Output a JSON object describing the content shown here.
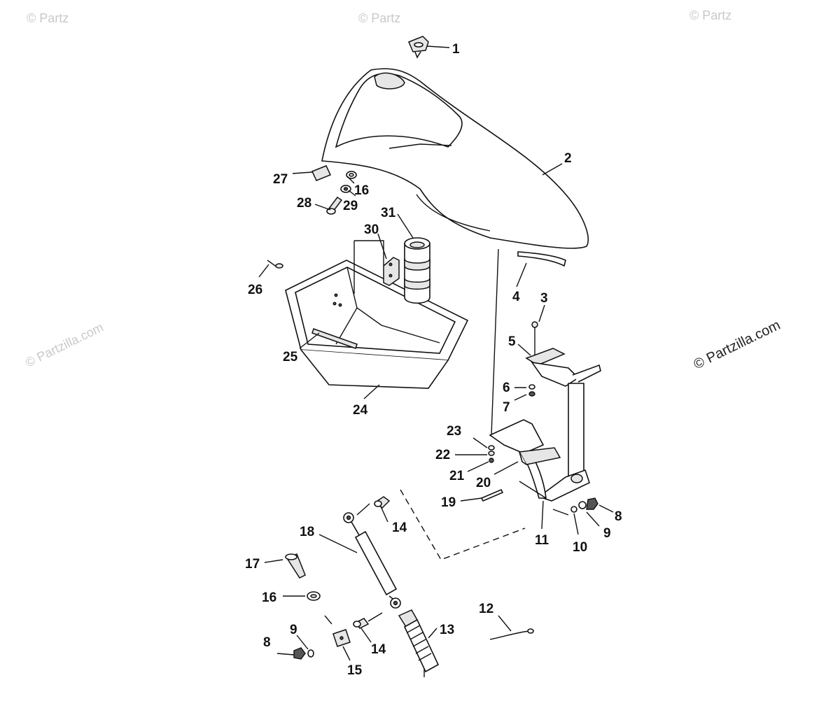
{
  "diagram": {
    "callouts": [
      "1",
      "2",
      "3",
      "4",
      "5",
      "6",
      "7",
      "8",
      "9",
      "10",
      "11",
      "12",
      "13",
      "14",
      "15",
      "16",
      "17",
      "18",
      "19",
      "20",
      "21",
      "22",
      "23",
      "24",
      "25",
      "26",
      "27",
      "28",
      "29",
      "30",
      "31"
    ],
    "callouts_lower_left": [
      "8",
      "9",
      "14",
      "15",
      "16",
      "17",
      "18"
    ]
  },
  "watermarks": {
    "text": "© Partzilla.com",
    "faint_fragment": "© Partz"
  }
}
